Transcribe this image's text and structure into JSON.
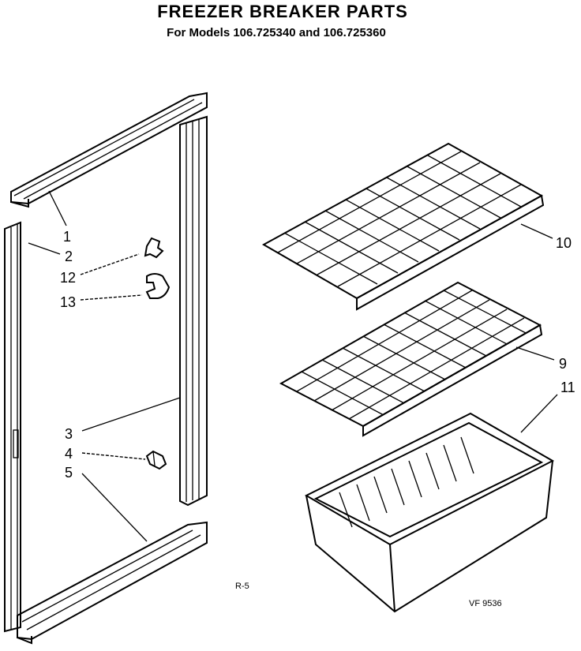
{
  "header": {
    "title": "FREEZER BREAKER PARTS",
    "subtitle": "For Models 106.725340 and 106.725360"
  },
  "callouts": {
    "c1": "1",
    "c2": "2",
    "c3": "3",
    "c4": "4",
    "c5": "5",
    "c9": "9",
    "c10": "10",
    "c11": "11",
    "c12": "12",
    "c13": "13"
  },
  "footer": {
    "page_ref": "R-5",
    "figure_code": "VF 9536"
  }
}
